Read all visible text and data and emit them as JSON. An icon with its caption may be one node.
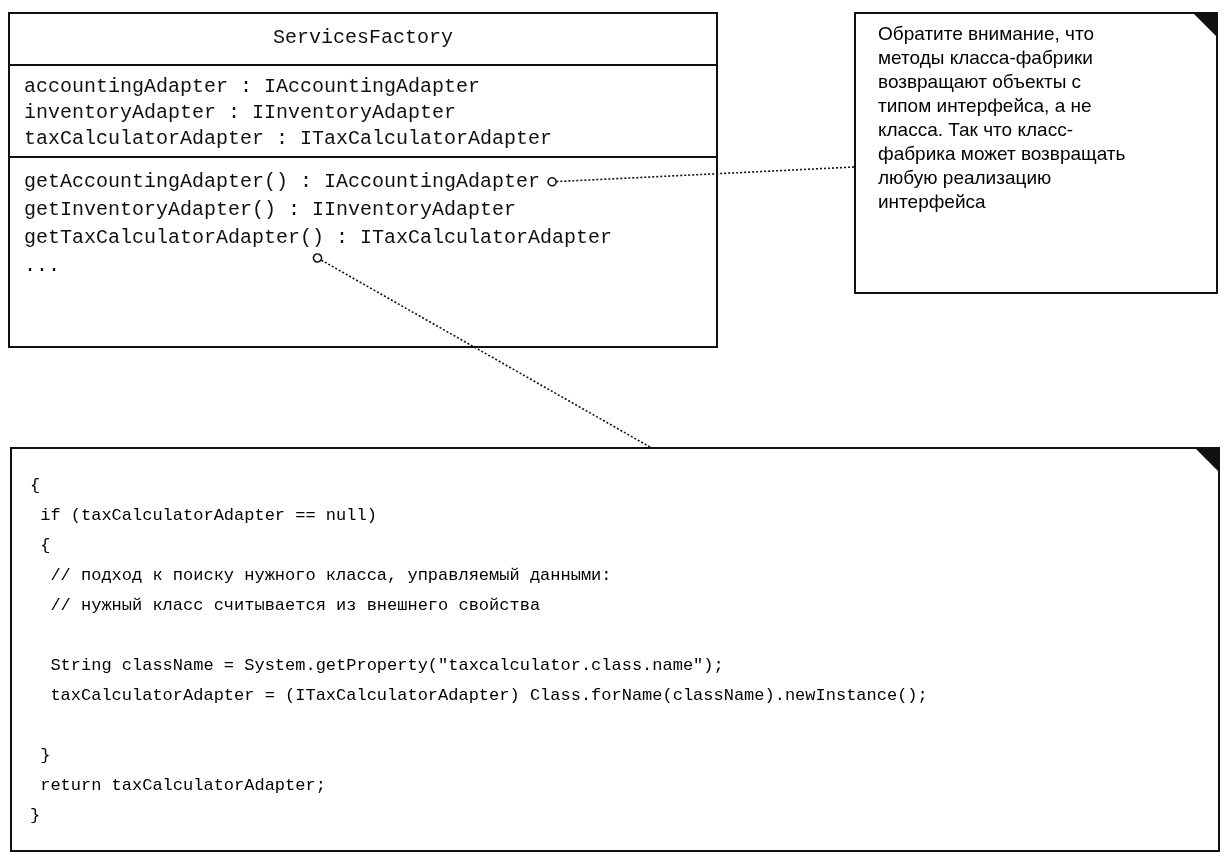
{
  "diagram": {
    "nodes": [
      {
        "text": [
          "ServicesFactory"
        ]
      },
      {
        "text": [
          "accountingAdapter : IAccountingAdapter",
          "inventoryAdapter : IInventoryAdapter",
          "taxCalculatorAdapter : ITaxCalculatorAdapter"
        ],
        "in": 0
      },
      {
        "text": [],
        "shape": "box",
        "in": 0
      },
      {
        "text": [
          "getAccountingAdapter() : IAccountingAdapter"
        ],
        "in": 2
      },
      {
        "text": [
          "getInventoryAdapter() : IInventoryAdapter"
        ],
        "in": 2
      },
      {
        "text": [
          "getTaxCalculatorAdapter() : ITaxCalculatorAdapter"
        ],
        "in": 2
      },
      {
        "text": [
          "..."
        ],
        "in": 2
      },
      {
        "text": [
          "Обратите внимание, что методы класса-фабрики возвращают объекты с типом интерфейса, а не класса. Так что класс-фабрика может возвращать любую реализацию интерфейса"
        ]
      },
      {
        "text": [
          "{",
          " if (taxCalculatorAdapter == null)",
          " {",
          "  // подход к поиску нужного класса, управляемый данными:",
          "  // нужный класс считывается из внешнего свойства",
          "  String className = System.getProperty(\"taxcalculator.class.name\");",
          "  taxCalculatorAdapter = (ITaxCalculatorAdapter) Class.forName(className).newInstance();",
          " }",
          " return taxCalculatorAdapter;",
          "}"
        ]
      }
    ],
    "edges": [
      {
        "from": 7,
        "to": 3,
        "arrow": "other",
        "style": "dashed"
      },
      {
        "from": 8,
        "to": 5,
        "arrow": "other",
        "style": "dashed"
      }
    ]
  }
}
